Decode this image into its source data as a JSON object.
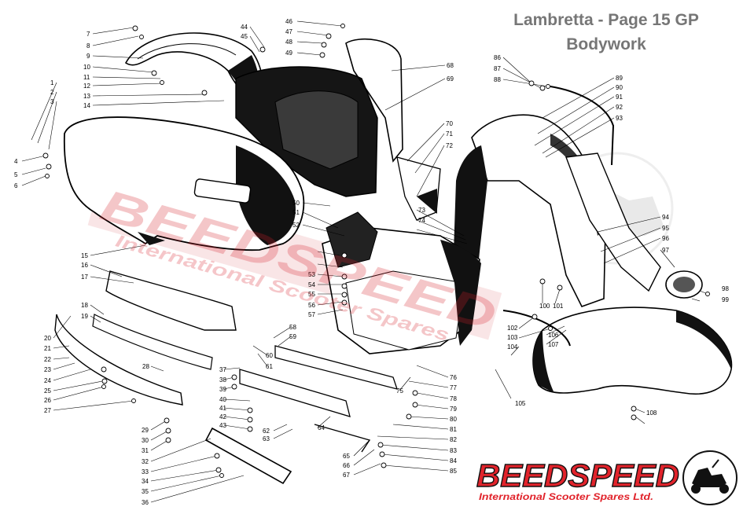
{
  "header": {
    "title": "Lambretta - Page 15 GP",
    "subtitle": "Bodywork"
  },
  "watermark": {
    "text": "BEEDSPEED",
    "tagline": "International Scooter Spares"
  },
  "logo": {
    "name": "BEEDSPEED",
    "tagline": "International Scooter Spares Ltd.",
    "colors": {
      "red": "#e1232b",
      "black": "#111111"
    }
  },
  "parts": [
    {
      "n": "1"
    },
    {
      "n": "2"
    },
    {
      "n": "3"
    },
    {
      "n": "4"
    },
    {
      "n": "5"
    },
    {
      "n": "6"
    },
    {
      "n": "7"
    },
    {
      "n": "8"
    },
    {
      "n": "9"
    },
    {
      "n": "10"
    },
    {
      "n": "11"
    },
    {
      "n": "12"
    },
    {
      "n": "13"
    },
    {
      "n": "14"
    },
    {
      "n": "15"
    },
    {
      "n": "16"
    },
    {
      "n": "17"
    },
    {
      "n": "18"
    },
    {
      "n": "19"
    },
    {
      "n": "20"
    },
    {
      "n": "21"
    },
    {
      "n": "22"
    },
    {
      "n": "23"
    },
    {
      "n": "24"
    },
    {
      "n": "25"
    },
    {
      "n": "26"
    },
    {
      "n": "27"
    },
    {
      "n": "28"
    },
    {
      "n": "29"
    },
    {
      "n": "30"
    },
    {
      "n": "31"
    },
    {
      "n": "32"
    },
    {
      "n": "33"
    },
    {
      "n": "34"
    },
    {
      "n": "35"
    },
    {
      "n": "36"
    },
    {
      "n": "37"
    },
    {
      "n": "38"
    },
    {
      "n": "39"
    },
    {
      "n": "40"
    },
    {
      "n": "41"
    },
    {
      "n": "42"
    },
    {
      "n": "43"
    },
    {
      "n": "44"
    },
    {
      "n": "45"
    },
    {
      "n": "46"
    },
    {
      "n": "47"
    },
    {
      "n": "48"
    },
    {
      "n": "49"
    },
    {
      "n": "50"
    },
    {
      "n": "51"
    },
    {
      "n": "52"
    },
    {
      "n": "53"
    },
    {
      "n": "54"
    },
    {
      "n": "55"
    },
    {
      "n": "56"
    },
    {
      "n": "57"
    },
    {
      "n": "58"
    },
    {
      "n": "59"
    },
    {
      "n": "60"
    },
    {
      "n": "61"
    },
    {
      "n": "62"
    },
    {
      "n": "63"
    },
    {
      "n": "64"
    },
    {
      "n": "65"
    },
    {
      "n": "66"
    },
    {
      "n": "67"
    },
    {
      "n": "68"
    },
    {
      "n": "69"
    },
    {
      "n": "70"
    },
    {
      "n": "71"
    },
    {
      "n": "72"
    },
    {
      "n": "73"
    },
    {
      "n": "74"
    },
    {
      "n": "75"
    },
    {
      "n": "76"
    },
    {
      "n": "77"
    },
    {
      "n": "78"
    },
    {
      "n": "79"
    },
    {
      "n": "80"
    },
    {
      "n": "81"
    },
    {
      "n": "82"
    },
    {
      "n": "83"
    },
    {
      "n": "84"
    },
    {
      "n": "85"
    },
    {
      "n": "86"
    },
    {
      "n": "87"
    },
    {
      "n": "88"
    },
    {
      "n": "89"
    },
    {
      "n": "90"
    },
    {
      "n": "91"
    },
    {
      "n": "92"
    },
    {
      "n": "93"
    },
    {
      "n": "94"
    },
    {
      "n": "95"
    },
    {
      "n": "96"
    },
    {
      "n": "97"
    },
    {
      "n": "98"
    },
    {
      "n": "99"
    },
    {
      "n": "100"
    },
    {
      "n": "101"
    },
    {
      "n": "102"
    },
    {
      "n": "103"
    },
    {
      "n": "104"
    },
    {
      "n": "105"
    },
    {
      "n": "106"
    },
    {
      "n": "107"
    },
    {
      "n": "108"
    }
  ]
}
